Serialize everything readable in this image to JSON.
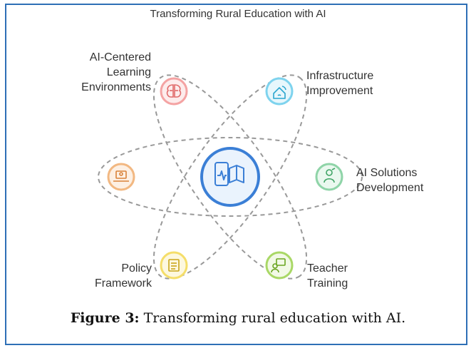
{
  "title": "Transforming Rural Education with AI",
  "nodes": [
    {
      "id": "ai-centered",
      "label": "AI-Centered Learning Environments",
      "color": "#f4a3a3",
      "icon": "brain-icon"
    },
    {
      "id": "infrastructure",
      "label": "Infrastructure Improvement",
      "color": "#7ed3ee",
      "icon": "house-signal-icon"
    },
    {
      "id": "left-node",
      "label": "",
      "color": "#f2b882",
      "icon": "laptop-icon"
    },
    {
      "id": "ai-solutions",
      "label": "AI Solutions Development",
      "color": "#8fd4a8",
      "icon": "person-tech-icon"
    },
    {
      "id": "policy",
      "label": "Policy Framework",
      "color": "#f5de6a",
      "icon": "policy-icon"
    },
    {
      "id": "teacher",
      "label": "Teacher Training",
      "color": "#a9d866",
      "icon": "teacher-icon"
    }
  ],
  "center": {
    "color": "#3b7fd6",
    "icon": "mobile-learning-icon"
  },
  "labels": {
    "ai_centered": [
      "AI-Centered",
      "Learning",
      "Environments"
    ],
    "infrastructure": [
      "Infrastructure",
      "Improvement"
    ],
    "ai_solutions": [
      "AI Solutions",
      "Development"
    ],
    "policy": [
      "Policy",
      "Framework"
    ],
    "teacher": [
      "Teacher",
      "Training"
    ]
  },
  "caption": {
    "bold": "Figure 3:",
    "text": " Transforming rural education with AI."
  }
}
